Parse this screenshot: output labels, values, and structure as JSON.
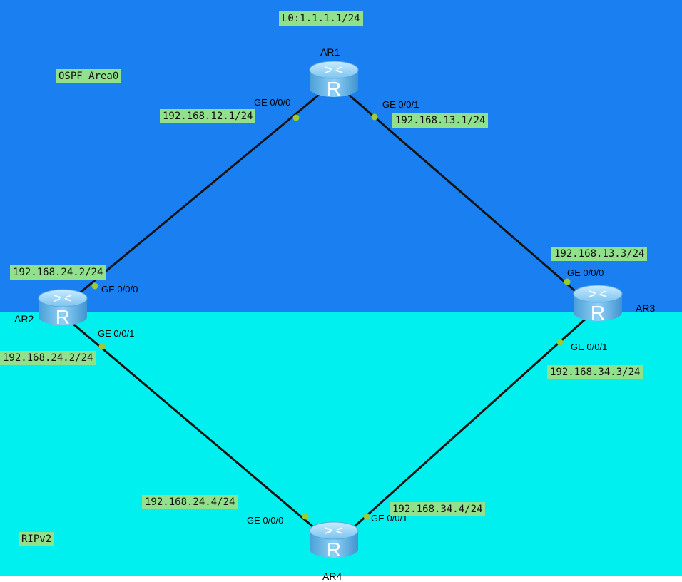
{
  "colors": {
    "ospf_zone": "#1a7ff0",
    "rip_zone": "#00f0f0",
    "label_bg": "#90e08c",
    "link": "#141414",
    "port_dot": "#9acd32",
    "router": "#62b6ea"
  },
  "zones": {
    "top_label": "OSPF Area0",
    "bottom_label": "RIPv2"
  },
  "loopback": "L0:1.1.1.1/24",
  "routers": [
    {
      "name": "AR1",
      "icon": "router-icon"
    },
    {
      "name": "AR2",
      "icon": "router-icon"
    },
    {
      "name": "AR3",
      "icon": "router-icon"
    },
    {
      "name": "AR4",
      "icon": "router-icon"
    }
  ],
  "links": [
    {
      "from": "AR1",
      "to": "AR2",
      "from_port": "GE 0/0/0",
      "from_ip": "192.168.12.1/24",
      "to_port": "GE 0/0/0",
      "to_ip": "192.168.24.2/24"
    },
    {
      "from": "AR1",
      "to": "AR3",
      "from_port": "GE 0/0/1",
      "from_ip": "192.168.13.1/24",
      "to_port": "GE 0/0/0",
      "to_ip": "192.168.13.3/24"
    },
    {
      "from": "AR2",
      "to": "AR4",
      "from_port": "GE 0/0/1",
      "from_ip": "192.168.24.2/24",
      "to_port": "GE 0/0/0",
      "to_ip": "192.168.24.4/24"
    },
    {
      "from": "AR3",
      "to": "AR4",
      "from_port": "GE 0/0/1",
      "from_ip": "192.168.34.3/24",
      "to_port": "GE 0/0/1",
      "to_ip": "192.168.34.4/24"
    }
  ]
}
